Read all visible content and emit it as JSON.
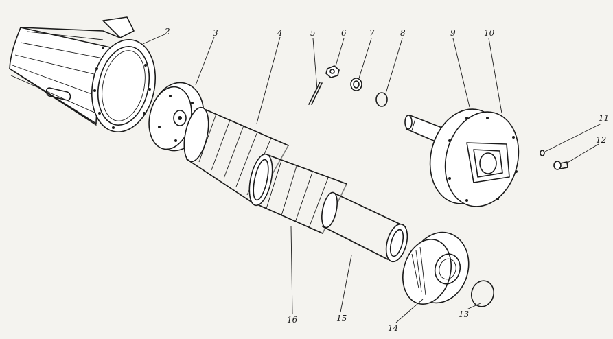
{
  "labels": {
    "l2": "2",
    "l3": "3",
    "l4": "4",
    "l5": "5",
    "l6": "6",
    "l7": "7",
    "l8": "8",
    "l9": "9",
    "l10": "10",
    "l11": "11",
    "l12": "12",
    "l13": "13",
    "l14": "14",
    "l15": "15",
    "l16": "16"
  },
  "colors": {
    "paper": "#f4f3ef",
    "ink": "#1b1b1b"
  }
}
